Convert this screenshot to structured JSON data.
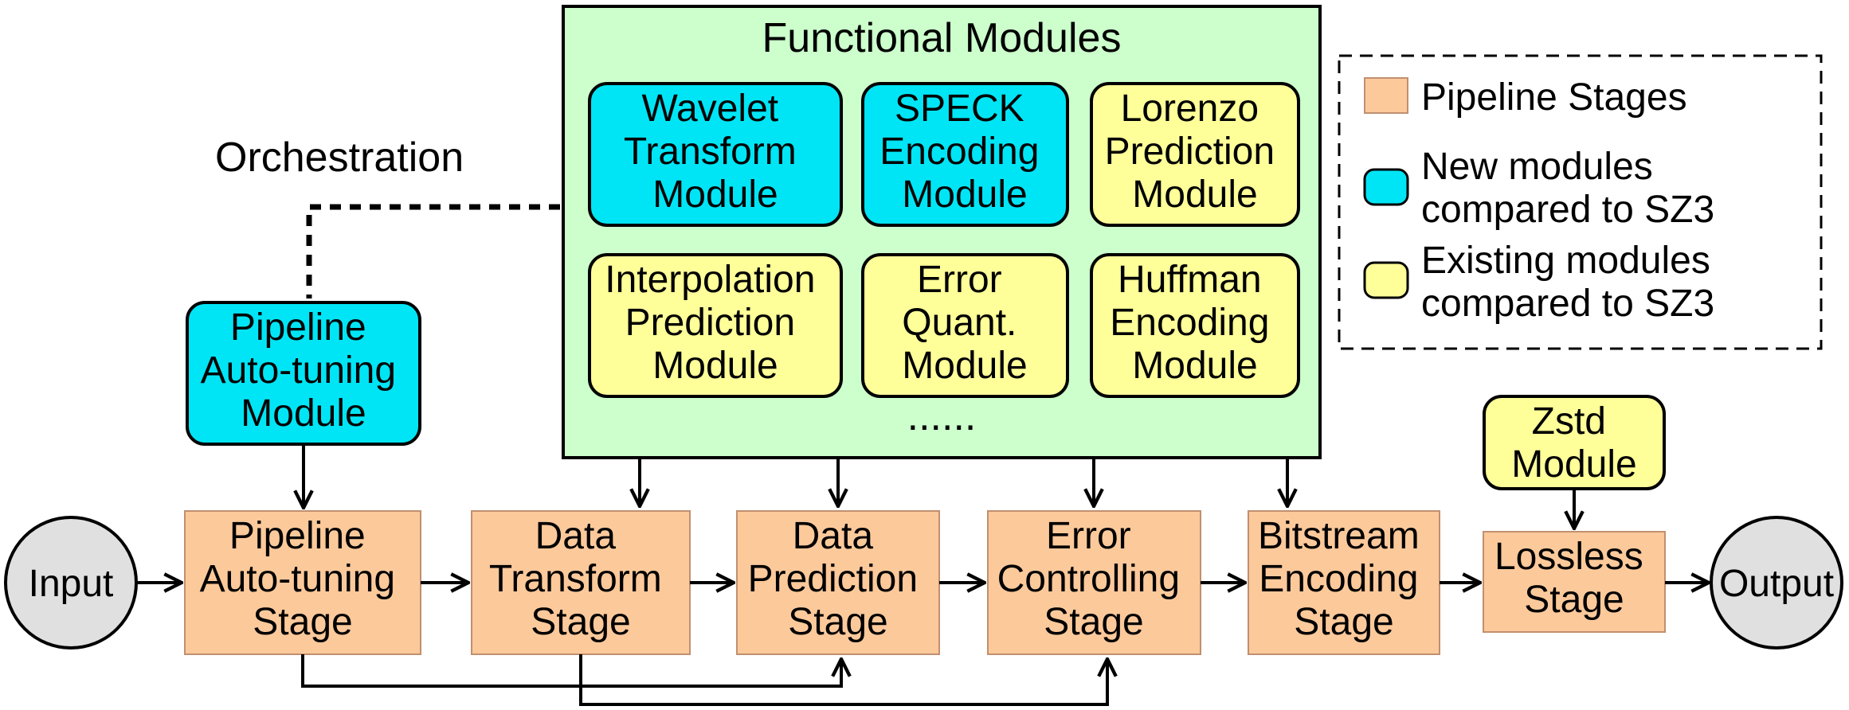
{
  "colors": {
    "stage_fill": "#FCC99B",
    "stage_stroke": "#C09070",
    "new_module_fill": "#00E5F5",
    "existing_module_fill": "#FFFF99",
    "functional_area_fill": "#CCFFCC",
    "circle_fill": "#E0E0E0",
    "stroke": "#000000"
  },
  "title": "Functional Modules",
  "orchestration_label": "Orchestration",
  "ellipsis": "......",
  "legend": {
    "items": [
      {
        "kind": "stage",
        "lines": [
          "Pipeline Stages"
        ]
      },
      {
        "kind": "new",
        "lines": [
          "New modules",
          "compared to SZ3"
        ]
      },
      {
        "kind": "existing",
        "lines": [
          "Existing modules",
          "compared to SZ3"
        ]
      }
    ]
  },
  "modules": {
    "wavelet": {
      "kind": "new",
      "lines": [
        "Wavelet",
        "Transform",
        "Module"
      ]
    },
    "speck": {
      "kind": "new",
      "lines": [
        "SPECK",
        "Encoding",
        "Module"
      ]
    },
    "lorenzo": {
      "kind": "existing",
      "lines": [
        "Lorenzo",
        "Prediction",
        "Module"
      ]
    },
    "interpolation": {
      "kind": "existing",
      "lines": [
        "Interpolation",
        "Prediction",
        "Module"
      ]
    },
    "error_quant": {
      "kind": "existing",
      "lines": [
        "Error",
        "Quant.",
        "Module"
      ]
    },
    "huffman": {
      "kind": "existing",
      "lines": [
        "Huffman",
        "Encoding",
        "Module"
      ]
    },
    "autotuning": {
      "kind": "new",
      "lines": [
        "Pipeline",
        "Auto-tuning",
        "Module"
      ]
    },
    "zstd": {
      "kind": "existing",
      "lines": [
        "Zstd",
        "Module"
      ]
    }
  },
  "stages": {
    "autotuning": {
      "lines": [
        "Pipeline",
        "Auto-tuning",
        "Stage"
      ]
    },
    "transform": {
      "lines": [
        "Data",
        "Transform",
        "Stage"
      ]
    },
    "prediction": {
      "lines": [
        "Data",
        "Prediction",
        "Stage"
      ]
    },
    "error": {
      "lines": [
        "Error",
        "Controlling",
        "Stage"
      ]
    },
    "bitstream": {
      "lines": [
        "Bitstream",
        "Encoding",
        "Stage"
      ]
    },
    "lossless": {
      "lines": [
        "Lossless",
        "Stage"
      ]
    }
  },
  "endpoints": {
    "input": "Input",
    "output": "Output"
  }
}
